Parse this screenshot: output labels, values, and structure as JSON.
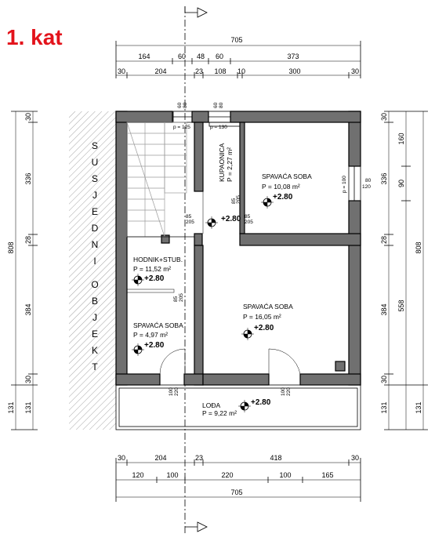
{
  "floor_title": "1. kat",
  "title_color": "#e3131b",
  "wall_color": "#707070",
  "neighbor_label": [
    "S",
    "U",
    "S",
    "J",
    "E",
    "D",
    "N",
    "I",
    "O",
    "B",
    "J",
    "E",
    "K",
    "T"
  ],
  "top_dims": {
    "overall": "705",
    "row2": [
      "164",
      "60",
      "48",
      "60",
      "373"
    ],
    "row3": [
      "30",
      "204",
      "23",
      "108",
      "10",
      "300",
      "30"
    ]
  },
  "bottom_dims": {
    "row1": [
      "30",
      "204",
      "23",
      "418",
      "30"
    ],
    "row2": [
      "120",
      "100",
      "220",
      "100",
      "165"
    ],
    "overall": "705"
  },
  "left_dims": {
    "outer": [
      "30",
      "336",
      "28",
      "384",
      "30",
      "131"
    ],
    "total": "808",
    "bottom": "131"
  },
  "right_dims": {
    "inner": [
      "30",
      "336",
      "28",
      "384",
      "30",
      "131"
    ],
    "window": [
      "160",
      "90"
    ],
    "mid": "558",
    "total": "808",
    "bottom": "131"
  },
  "rooms": {
    "bath": {
      "name": "KUPAONICA",
      "area": "P = 2,27 m²"
    },
    "bed1": {
      "name": "SPAVAĆA SOBA",
      "area": "P = 10,08 m²",
      "level": "+2.80"
    },
    "hall": {
      "name": "HODNIK+STUB.",
      "area": "P = 11,52 m²",
      "level": "+2.80"
    },
    "bed2": {
      "name": "SPAVAĆA SOBA",
      "area": "P = 16,05 m²",
      "level": "+2.80"
    },
    "bed3": {
      "name": "SPAVAĆA SOBA",
      "area": "P = 4,97 m²",
      "level": "+2.80"
    },
    "loggia": {
      "name": "LOĐA",
      "area": "P = 9,22 m²",
      "level": "+2.80"
    }
  },
  "hall_level": "+2.80",
  "openings": {
    "top_win1": [
      "60",
      "80"
    ],
    "top_win2": [
      "60",
      "80"
    ],
    "p125": "p = 125",
    "p130": "p = 130",
    "p100": "p = 100",
    "right_win": [
      "80",
      "120"
    ],
    "door_bath": [
      "85",
      "205"
    ],
    "door_bed1": [
      "85",
      "205"
    ],
    "door_hall_left": [
      "85",
      "205"
    ],
    "door_bed3": [
      "85",
      "205"
    ],
    "door_loggia1": [
      "100",
      "220"
    ],
    "door_loggia2": [
      "100",
      "220"
    ]
  }
}
